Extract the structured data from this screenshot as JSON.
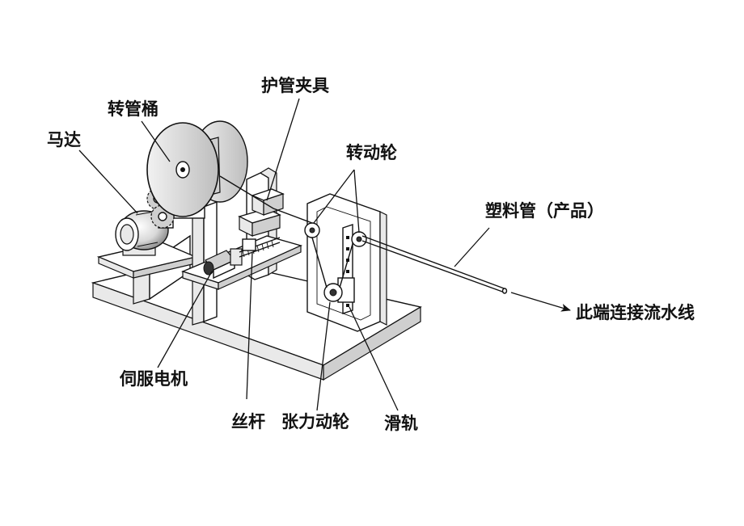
{
  "labels": {
    "motor": "马达",
    "drum": "转管桶",
    "clamp": "护管夹具",
    "pulleys": "转动轮",
    "pipe": "塑料管（产品）",
    "line_end": "此端连接流水线",
    "servo": "伺服电机",
    "screw": "丝杆",
    "tension_wheel": "张力动轮",
    "rail": "滑轨"
  },
  "colors": {
    "line": "#111111",
    "background": "#ffffff",
    "shade_light": "#e9e9e9",
    "shade_mid": "#cfcfcf",
    "shade_dark": "#333333"
  }
}
